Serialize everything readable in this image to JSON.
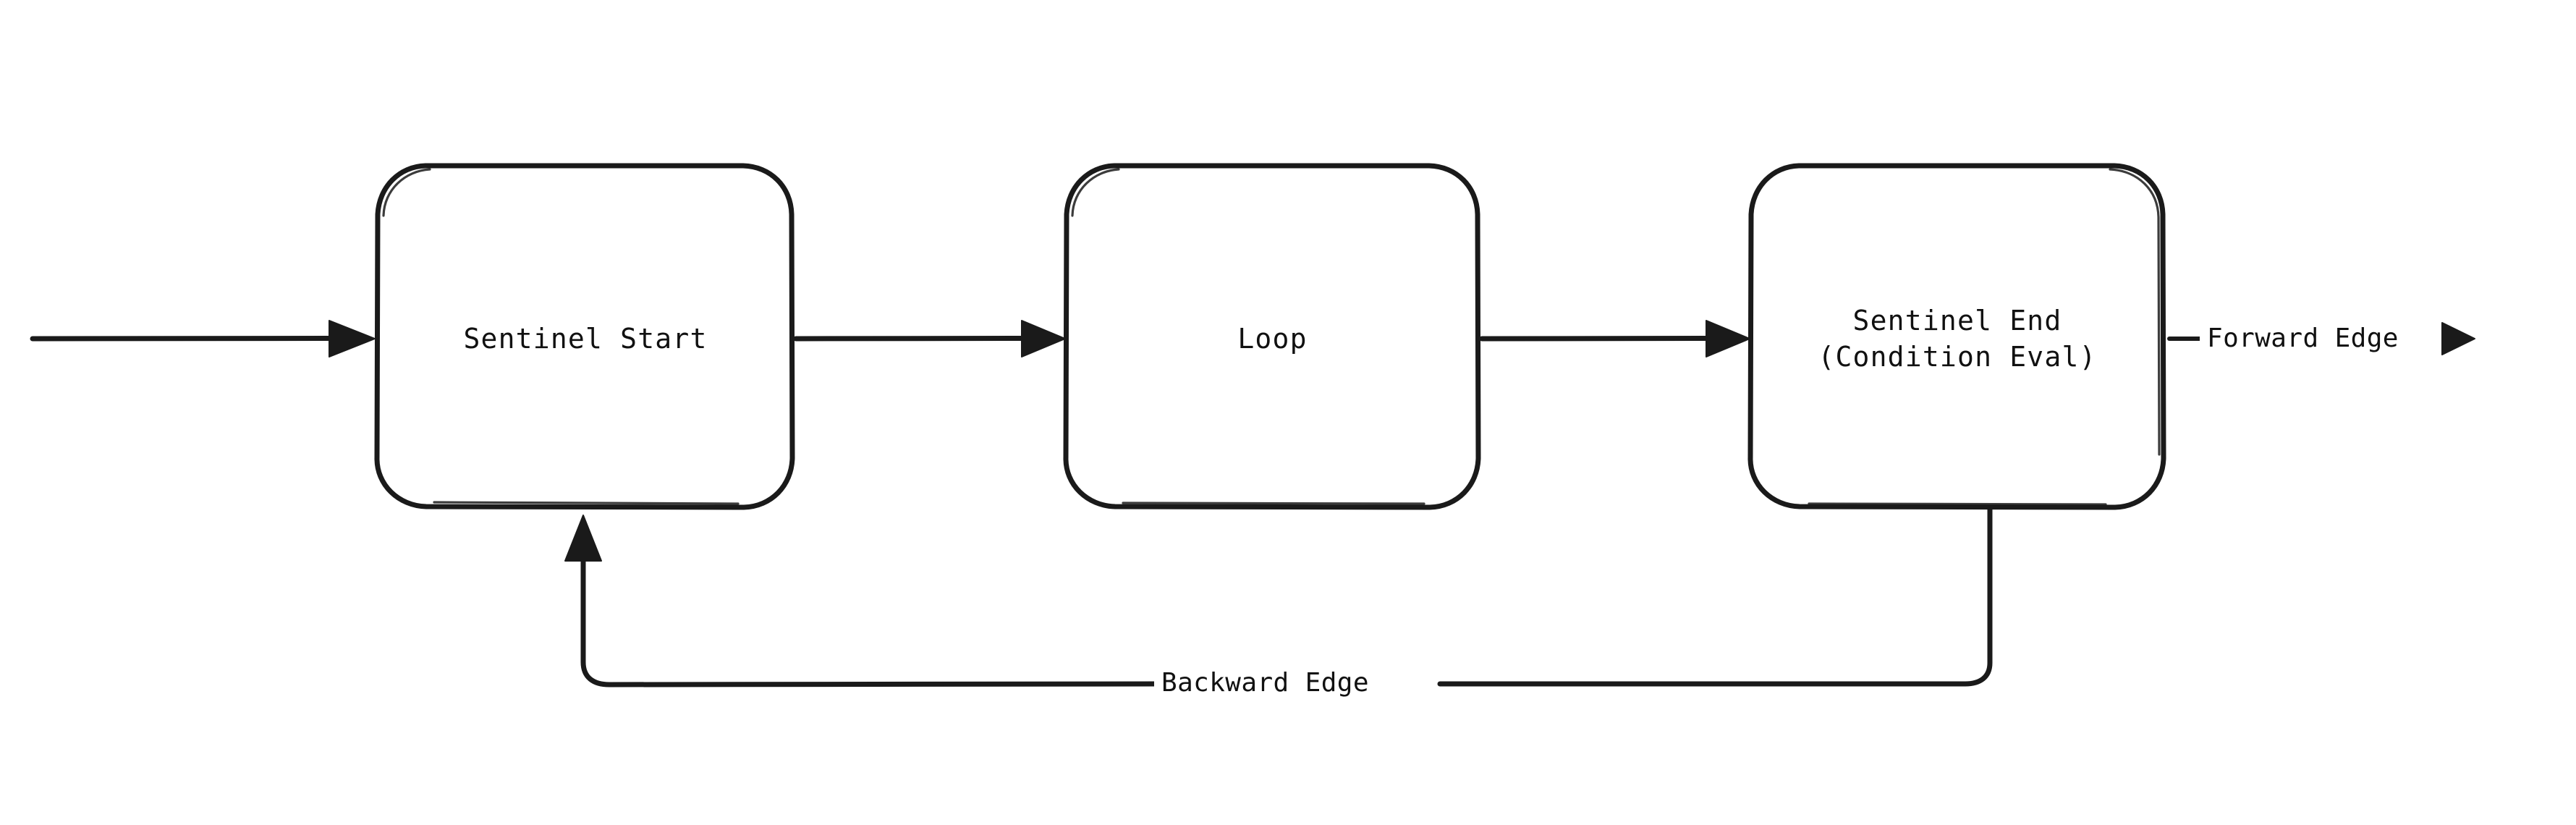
{
  "diagram": {
    "type": "flowchart",
    "orientation": "left-to-right",
    "background_color": "#ffffff",
    "stroke_color": "#1a1a1a",
    "text_color": "#111111",
    "nodes": [
      {
        "id": "sentinel-start",
        "label_line1": "Sentinel Start",
        "label_line2": "",
        "shape": "rounded-rectangle"
      },
      {
        "id": "loop",
        "label_line1": "Loop",
        "label_line2": "",
        "shape": "rounded-rectangle"
      },
      {
        "id": "sentinel-end",
        "label_line1": "Sentinel End",
        "label_line2": "(Condition Eval)",
        "shape": "rounded-rectangle"
      }
    ],
    "edges": [
      {
        "id": "entry-edge",
        "label": "",
        "from": "",
        "to": "sentinel-start",
        "arrow": "end"
      },
      {
        "id": "start-to-loop",
        "label": "",
        "from": "sentinel-start",
        "to": "loop",
        "arrow": "end"
      },
      {
        "id": "loop-to-end",
        "label": "",
        "from": "loop",
        "to": "sentinel-end",
        "arrow": "end"
      },
      {
        "id": "forward-edge",
        "label": "Forward Edge",
        "from": "sentinel-end",
        "to": "",
        "arrow": "end"
      },
      {
        "id": "backward-edge",
        "label": "Backward Edge",
        "from": "sentinel-end",
        "to": "sentinel-start",
        "arrow": "end"
      }
    ]
  }
}
